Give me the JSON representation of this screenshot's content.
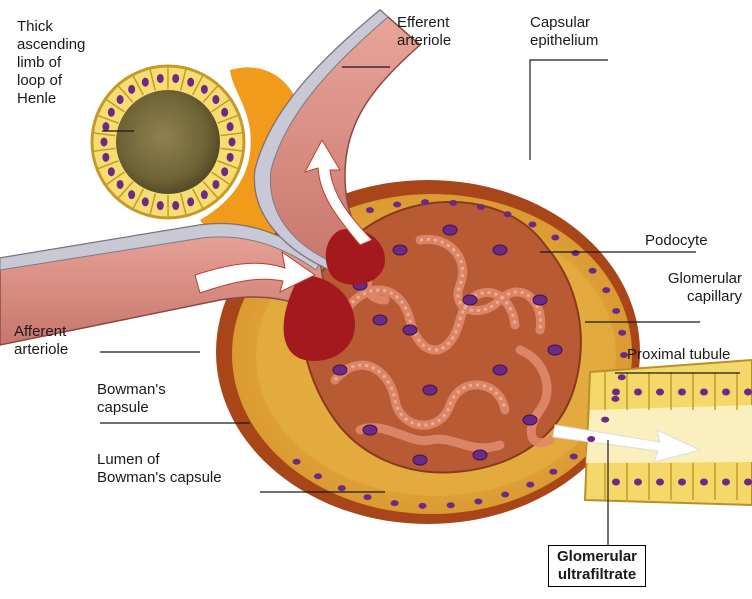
{
  "diagram": {
    "labels": {
      "thick_ascending_limb": [
        "Thick",
        "ascending",
        "limb of",
        "loop of",
        "Henle"
      ],
      "efferent_arteriole": [
        "Efferent",
        "arteriole"
      ],
      "capsular_epithelium": [
        "Capsular",
        "epithelium"
      ],
      "podocyte": [
        "Podocyte"
      ],
      "glomerular_capillary": [
        "Glomerular",
        "capillary"
      ],
      "afferent_arteriole": [
        "Afferent",
        "arteriole"
      ],
      "proximal_tubule": [
        "Proximal tubule"
      ],
      "bowmans_capsule": [
        "Bowman's",
        "capsule"
      ],
      "lumen_bowmans_capsule": [
        "Lumen of",
        "Bowman's capsule"
      ],
      "glomerular_ultrafiltrate": [
        "Glomerular",
        "ultrafiltrate"
      ]
    },
    "colors": {
      "capsule_outer": "#b5501e",
      "capsule_inner": "#e7b545",
      "capillary": "#c8633d",
      "arteriole": "#d98c86",
      "nucleus": "#6b2a86",
      "tubule_yellow": "#f4d86a",
      "lumen_dark": "#7d6a3c",
      "flow_arrow": "#ffffff"
    }
  }
}
